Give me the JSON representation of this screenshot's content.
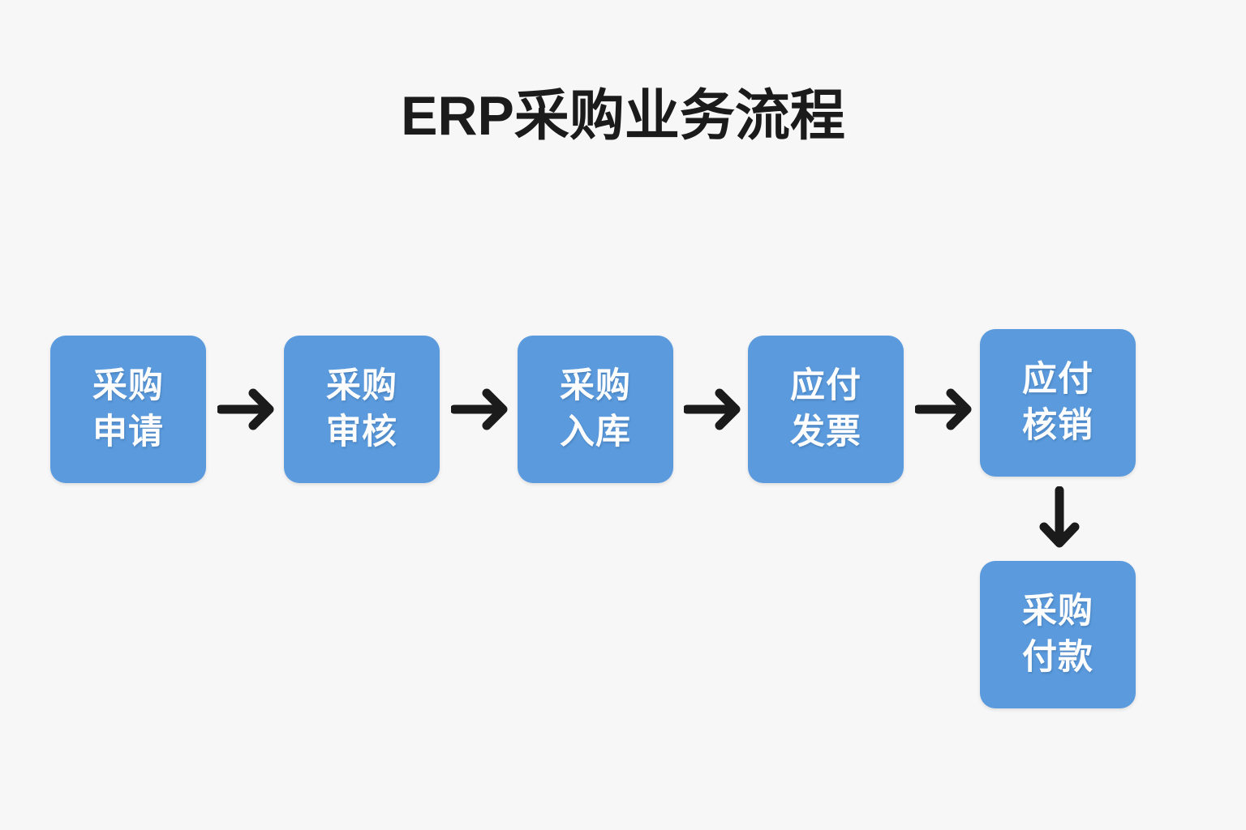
{
  "page": {
    "title": "ERP采购业务流程",
    "background_color": "#f7f7f8"
  },
  "theme": {
    "box_fill": "#5b9bdd",
    "box_text_color": "#fdfdfd",
    "arrow_color": "#1b1b1b",
    "title_color": "#1b1b1b"
  },
  "chart_data": {
    "type": "diagram",
    "title": "ERP采购业务流程",
    "nodes": [
      {
        "id": "node-1",
        "line1": "采购",
        "line2": "申请",
        "label": "采购申请",
        "row": 1,
        "order": 1
      },
      {
        "id": "node-2",
        "line1": "采购",
        "line2": "审核",
        "label": "采购审核",
        "row": 1,
        "order": 2
      },
      {
        "id": "node-3",
        "line1": "采购",
        "line2": "入库",
        "label": "采购入库",
        "row": 1,
        "order": 3
      },
      {
        "id": "node-4",
        "line1": "应付",
        "line2": "发票",
        "label": "应付发票",
        "row": 1,
        "order": 4
      },
      {
        "id": "node-5",
        "line1": "应付",
        "line2": "核销",
        "label": "应付核销",
        "row": 1,
        "order": 5
      },
      {
        "id": "node-6",
        "line1": "采购",
        "line2": "付款",
        "label": "采购付款",
        "row": 2,
        "order": 6
      }
    ],
    "edges": [
      {
        "from": "node-1",
        "to": "node-2",
        "direction": "right"
      },
      {
        "from": "node-2",
        "to": "node-3",
        "direction": "right"
      },
      {
        "from": "node-3",
        "to": "node-4",
        "direction": "right"
      },
      {
        "from": "node-4",
        "to": "node-5",
        "direction": "right"
      },
      {
        "from": "node-5",
        "to": "node-6",
        "direction": "down"
      }
    ],
    "legend": [],
    "annotations": []
  }
}
